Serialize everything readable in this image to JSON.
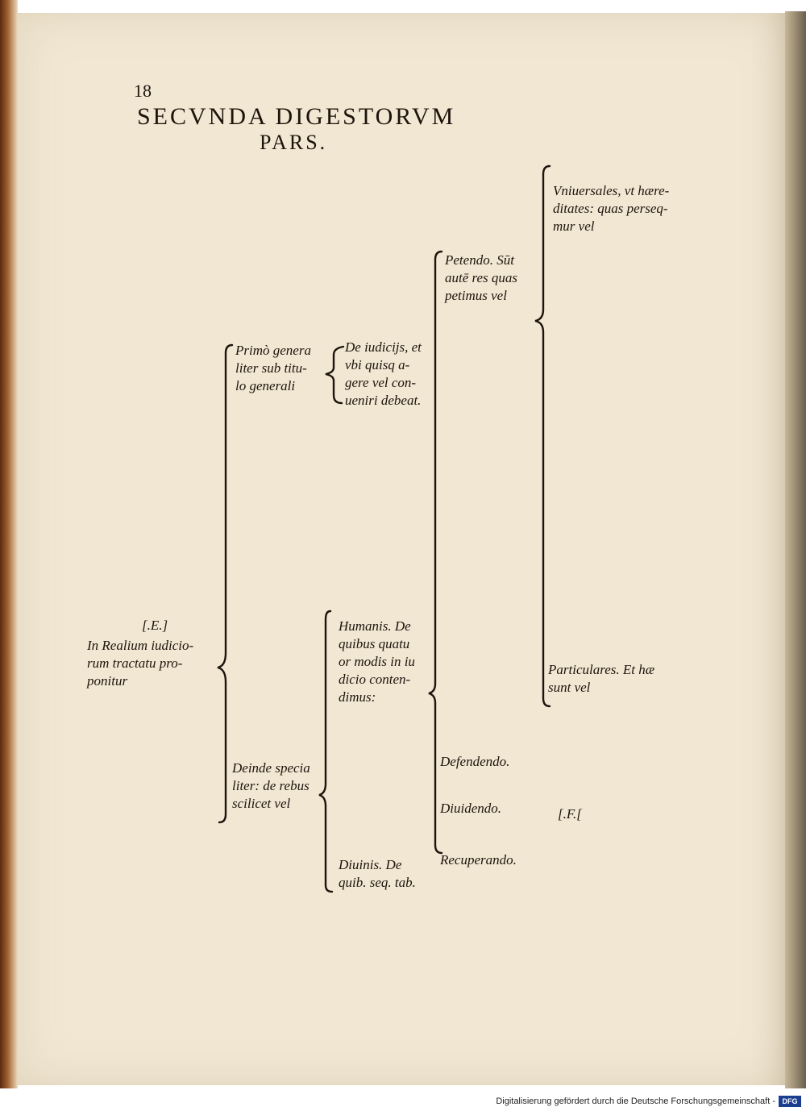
{
  "page": {
    "folio": "18",
    "title_line1": "SECVNDA DIGESTORVM",
    "title_line2": "PARS."
  },
  "tree": {
    "root_mark": "[.E.]",
    "root_text": "In Realium iudicio-\nrum tractatu pro-\nponitur",
    "primo": "Primò genera\nliter sub titu-\nlo generali",
    "de_iudiciis": "De iudicijs, et\nvbi quisq a-\ngere vel con-\nueniri debeat.",
    "deinde": "Deinde specia\nliter: de rebus\nscilicet vel",
    "humanis": "Humanis. De\nquibus quatu\nor modis in iu\ndicio conten-\ndimus:",
    "diuinis": "Diuinis. De\nquib. seq. tab.",
    "petendo": "Petendo. Sūt\nautē res quas\npetimus vel",
    "defendendo": "Defendendo.",
    "diuidendo": "Diuidendo.",
    "recuperando": "Recuperando.",
    "uniuersales": "Vniuersales, vt hære-\nditates: quas perseq-\nmur vel",
    "particulares": "Particulares. Et hæ\nsunt vel",
    "end_mark": "[.F.["
  },
  "footer": {
    "text": "Digitalisierung gefördert durch die Deutsche Forschungsgemeinschaft -",
    "logo": "DFG"
  }
}
